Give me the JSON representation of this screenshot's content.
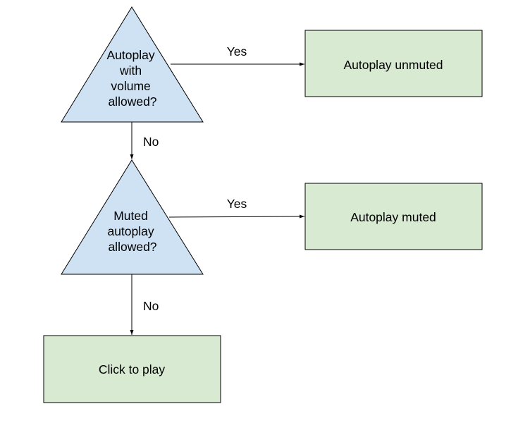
{
  "colors": {
    "decision_fill": "#cfe2f3",
    "outcome_fill": "#d9ead3",
    "stroke": "#000000",
    "background": "#ffffff"
  },
  "nodes": {
    "decision_volume": {
      "lines": [
        "Autoplay",
        "with",
        "volume",
        "allowed?"
      ]
    },
    "decision_muted": {
      "lines": [
        "Muted",
        "autoplay",
        "allowed?"
      ]
    },
    "outcome_unmuted": {
      "label": "Autoplay unmuted"
    },
    "outcome_muted": {
      "label": "Autoplay muted"
    },
    "outcome_click": {
      "label": "Click to play"
    }
  },
  "edges": {
    "volume_yes": "Yes",
    "volume_no": "No",
    "muted_yes": "Yes",
    "muted_no": "No"
  }
}
